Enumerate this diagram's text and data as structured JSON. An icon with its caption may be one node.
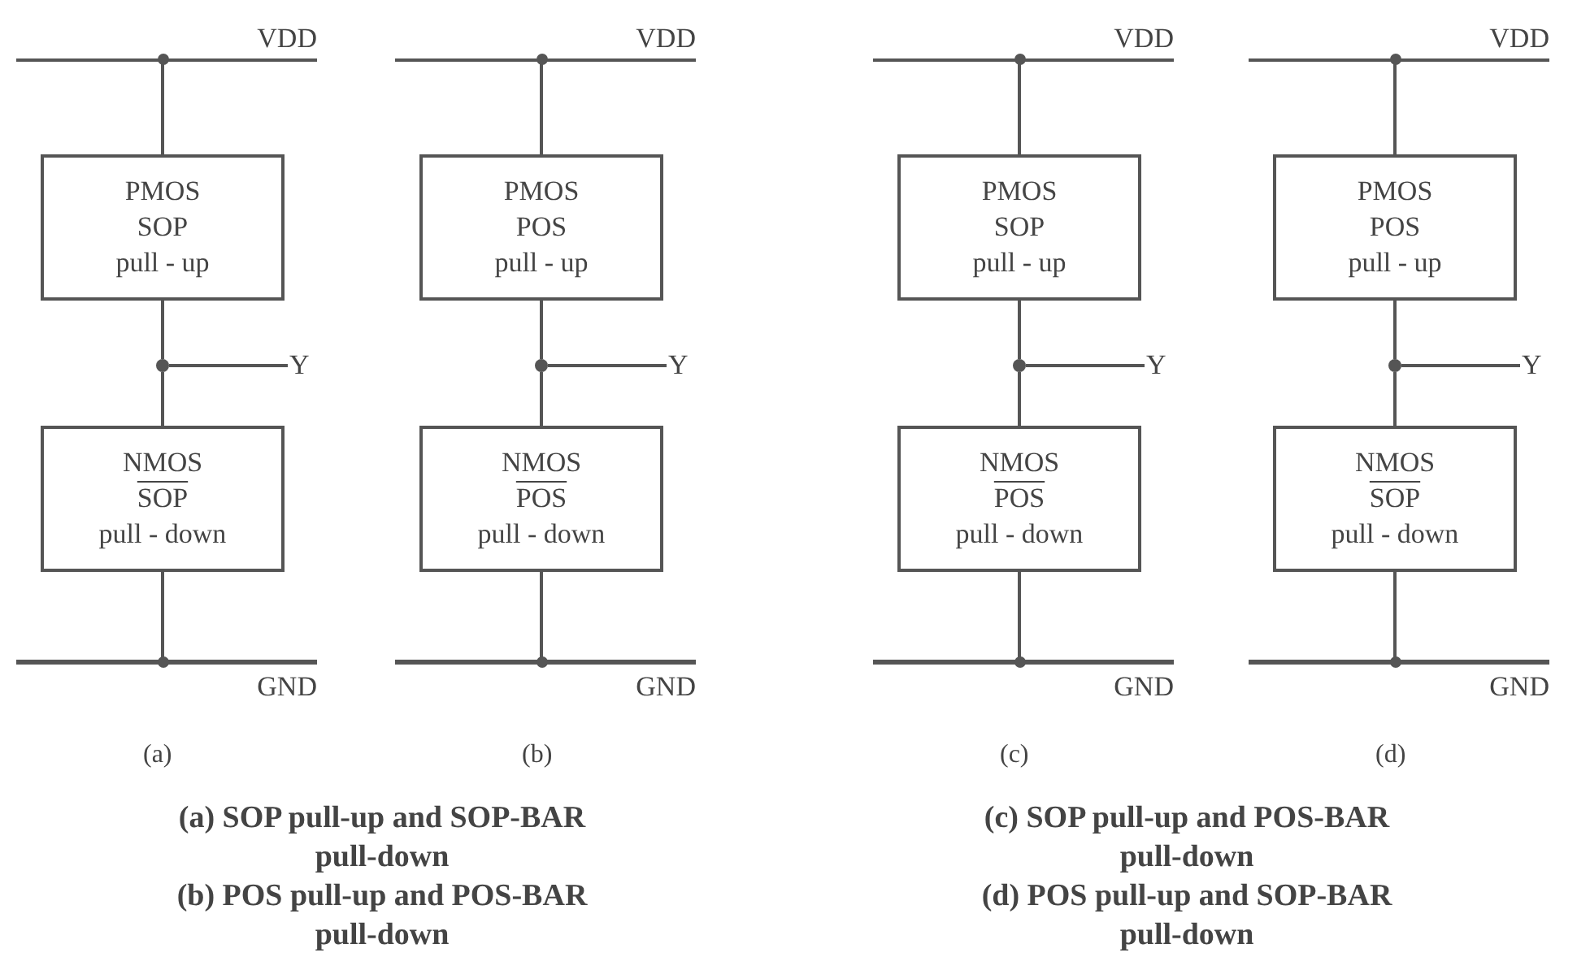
{
  "diagram": {
    "nodes": [
      {
        "text": [
          "VDD"
        ]
      },
      {
        "text": [
          "PMOS",
          "SOP",
          "pull - up"
        ]
      },
      {
        "text": [],
        "shape": "circle"
      },
      {
        "text": [
          "Y"
        ]
      },
      {
        "text": [
          "NMOS",
          "SOP",
          "pull - down"
        ]
      },
      {
        "text": [
          "GND"
        ]
      },
      {
        "text": [
          "VDD"
        ]
      },
      {
        "text": [
          "PMOS",
          "POS",
          "pull - up"
        ]
      },
      {
        "text": [],
        "shape": "circle"
      },
      {
        "text": [
          "Y"
        ]
      },
      {
        "text": [
          "NMOS",
          "POS",
          "pull - down"
        ]
      },
      {
        "text": [
          "GND"
        ]
      },
      {
        "text": [
          "VDD"
        ]
      },
      {
        "text": [
          "PMOS",
          "SOP",
          "pull - up"
        ]
      },
      {
        "text": [],
        "shape": "circle"
      },
      {
        "text": [
          "Y"
        ]
      },
      {
        "text": [
          "NMOS",
          "POS",
          "pull - down"
        ]
      },
      {
        "text": [
          "GND"
        ]
      },
      {
        "text": [
          "VDD"
        ]
      },
      {
        "text": [
          "PMOS",
          "POS",
          "pull - up"
        ]
      },
      {
        "text": [],
        "shape": "circle"
      },
      {
        "text": [
          "Y"
        ]
      },
      {
        "text": [
          "NMOS",
          "SOP",
          "pull - down"
        ]
      },
      {
        "text": [
          "GND"
        ]
      }
    ],
    "edges": [
      {
        "from": 0,
        "to": 1,
        "arrow": "none"
      },
      {
        "from": 1,
        "to": 2,
        "arrow": "none"
      },
      {
        "from": 2,
        "to": 3,
        "arrow": "none"
      },
      {
        "from": 2,
        "to": 4,
        "arrow": "none"
      },
      {
        "from": 4,
        "to": 5,
        "arrow": "none"
      },
      {
        "from": 6,
        "to": 7,
        "arrow": "none"
      },
      {
        "from": 7,
        "to": 8,
        "arrow": "none"
      },
      {
        "from": 8,
        "to": 9,
        "arrow": "none"
      },
      {
        "from": 8,
        "to": 10,
        "arrow": "none"
      },
      {
        "from": 10,
        "to": 11,
        "arrow": "none"
      },
      {
        "from": 12,
        "to": 13,
        "arrow": "none"
      },
      {
        "from": 13,
        "to": 14,
        "arrow": "none"
      },
      {
        "from": 14,
        "to": 15,
        "arrow": "none"
      },
      {
        "from": 14,
        "to": 16,
        "arrow": "none"
      },
      {
        "from": 16,
        "to": 17,
        "arrow": "none"
      },
      {
        "from": 18,
        "to": 19,
        "arrow": "none"
      },
      {
        "from": 19,
        "to": 20,
        "arrow": "none"
      },
      {
        "from": 20,
        "to": 21,
        "arrow": "none"
      },
      {
        "from": 20,
        "to": 22,
        "arrow": "none"
      },
      {
        "from": 22,
        "to": 23,
        "arrow": "none"
      }
    ],
    "labels": [
      "(a)",
      "(b)",
      "(c)",
      "(d)",
      "(a) SOP pull-up and SOP-BAR pull-down",
      "(c) SOP pull-up and POS-BAR pull-down",
      "(b) POS pull-up and POS-BAR pull-down",
      "(d) POS pull-up and SOP-BAR pull-down"
    ]
  }
}
